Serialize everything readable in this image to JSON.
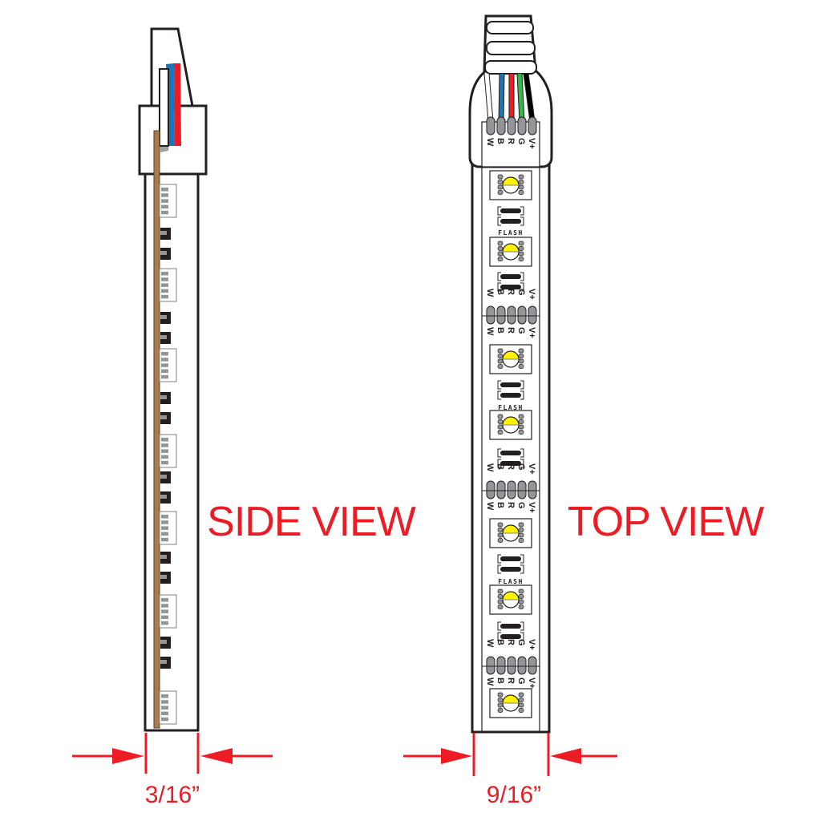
{
  "side_view": {
    "title": "SIDE VIEW",
    "width_label": "3/16”",
    "led_positions_y": [
      230,
      335,
      435,
      542,
      638,
      742,
      862
    ],
    "chip_positions_y": [
      284,
      309,
      389,
      414,
      489,
      514,
      588,
      613,
      688,
      713,
      794,
      819
    ]
  },
  "top_view": {
    "title": "TOP VIEW",
    "width_label": "9/16”",
    "connector_pins": [
      "W",
      "B",
      "R",
      "G",
      "V+"
    ],
    "wire_colors": [
      "#ffffff",
      "#1c75bc",
      "#ed1c24",
      "#39b54a",
      "#000000"
    ],
    "led_positions_y": [
      213,
      296,
      430,
      512,
      647,
      730,
      859
    ],
    "resistor_positions_y": [
      258,
      340,
      475,
      560,
      692,
      776
    ],
    "flash_label": "FLASH",
    "flash_positions_y": [
      289,
      507,
      724
    ],
    "cut_points_y": [
      394,
      612,
      831
    ]
  },
  "colors": {
    "dimension_red": "#ed1c24",
    "outline": "#231f20",
    "flex_pcb": "#a97c50",
    "led_yellow": "#fff200",
    "pad_gray": "#939598"
  }
}
